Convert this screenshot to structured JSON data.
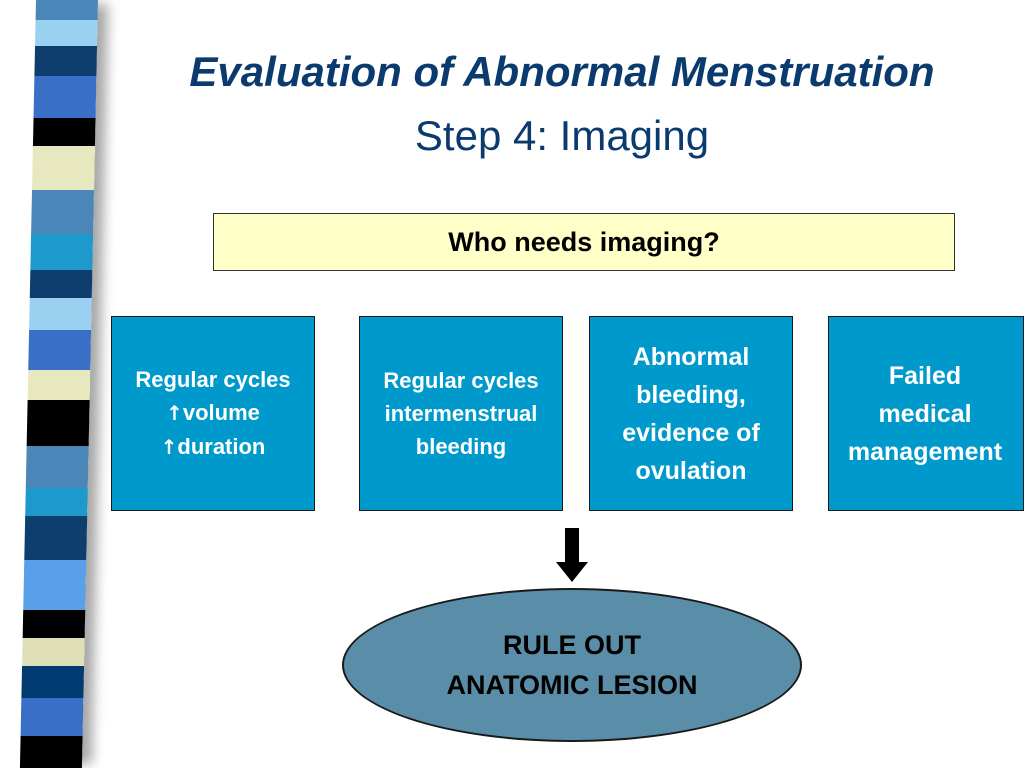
{
  "slide": {
    "title": "Evaluation of Abnormal Menstruation",
    "subtitle": "Step 4: Imaging"
  },
  "question": "Who needs imaging?",
  "criteria": [
    {
      "lines": [
        "Regular cycles",
        "volume",
        "duration"
      ],
      "arrow_symbol": "↑"
    },
    {
      "lines": [
        "Regular cycles",
        "intermenstrual",
        "bleeding"
      ]
    },
    {
      "lines": [
        "Abnormal",
        "bleeding,",
        "evidence of",
        "ovulation"
      ]
    },
    {
      "lines": [
        "Failed",
        "medical",
        "management"
      ]
    }
  ],
  "result": {
    "line1": "RULE OUT",
    "line2": "ANATOMIC LESION"
  },
  "colors": {
    "title": "#0b3a6e",
    "question_fill": "#ffffc8",
    "criteria_fill": "#0099cc",
    "criteria_text": "#ffffff",
    "result_fill": "#5a8ea8",
    "arrow": "#000000"
  }
}
